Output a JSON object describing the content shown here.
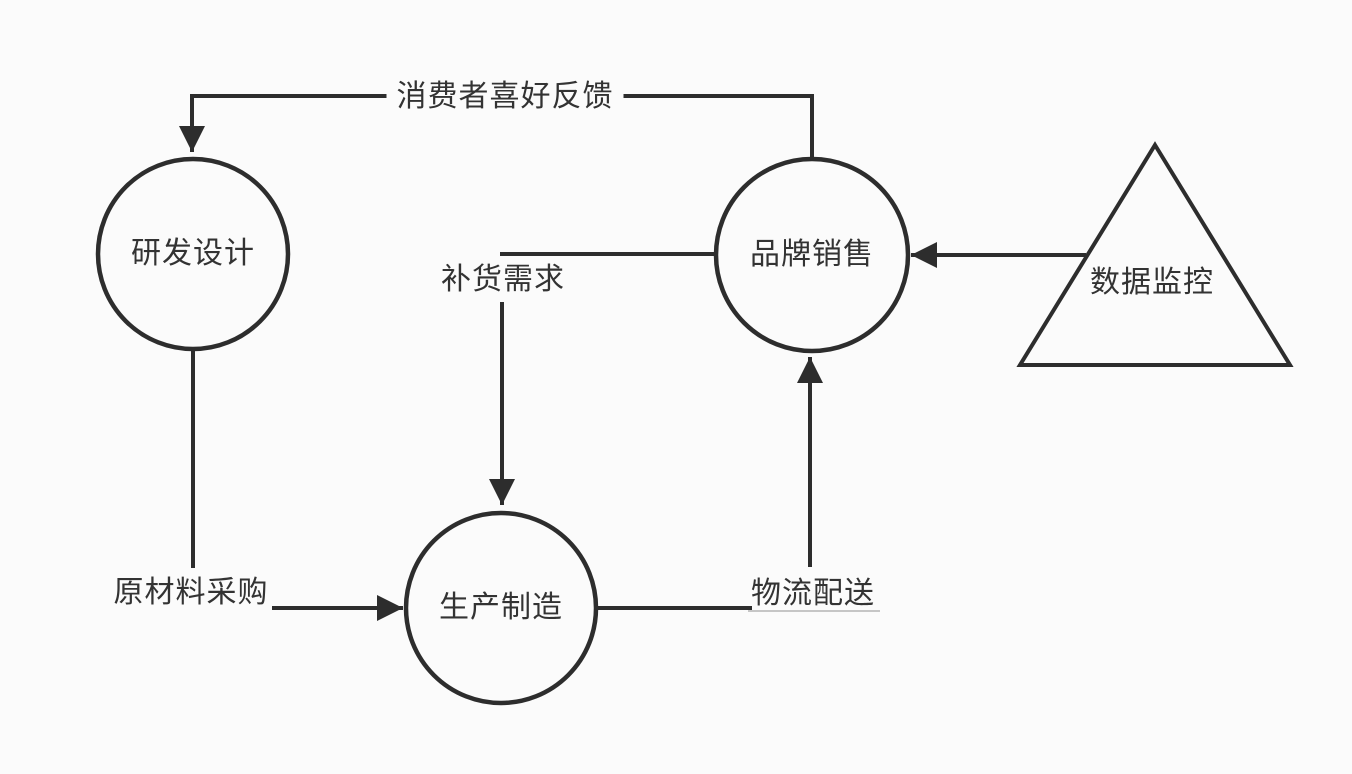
{
  "diagram": {
    "title_hint": "supply-chain-flowchart",
    "background_color": "#fbfbfb",
    "stroke_color": "#2d2d2d",
    "text_color": "#333333",
    "nodes": [
      {
        "id": "rd-design",
        "shape": "circle",
        "label": "研发设计"
      },
      {
        "id": "brand-sales",
        "shape": "circle",
        "label": "品牌销售"
      },
      {
        "id": "production",
        "shape": "circle",
        "label": "生产制造"
      },
      {
        "id": "data-monitoring",
        "shape": "triangle",
        "label": "数据监控"
      }
    ],
    "edges": [
      {
        "id": "consumer-feedback",
        "label": "消费者喜好反馈",
        "from": "brand-sales",
        "to": "rd-design",
        "arrow": true
      },
      {
        "id": "replenishment",
        "label": "补货需求",
        "from": "brand-sales",
        "to": "production",
        "arrow": true
      },
      {
        "id": "raw-material",
        "label": "原材料采购",
        "from": "rd-design",
        "to": "production",
        "arrow": true
      },
      {
        "id": "logistics",
        "label": "物流配送",
        "from": "production",
        "to": "brand-sales",
        "arrow": true
      },
      {
        "id": "data-feed",
        "label": "",
        "from": "data-monitoring",
        "to": "brand-sales",
        "arrow": true
      }
    ]
  }
}
